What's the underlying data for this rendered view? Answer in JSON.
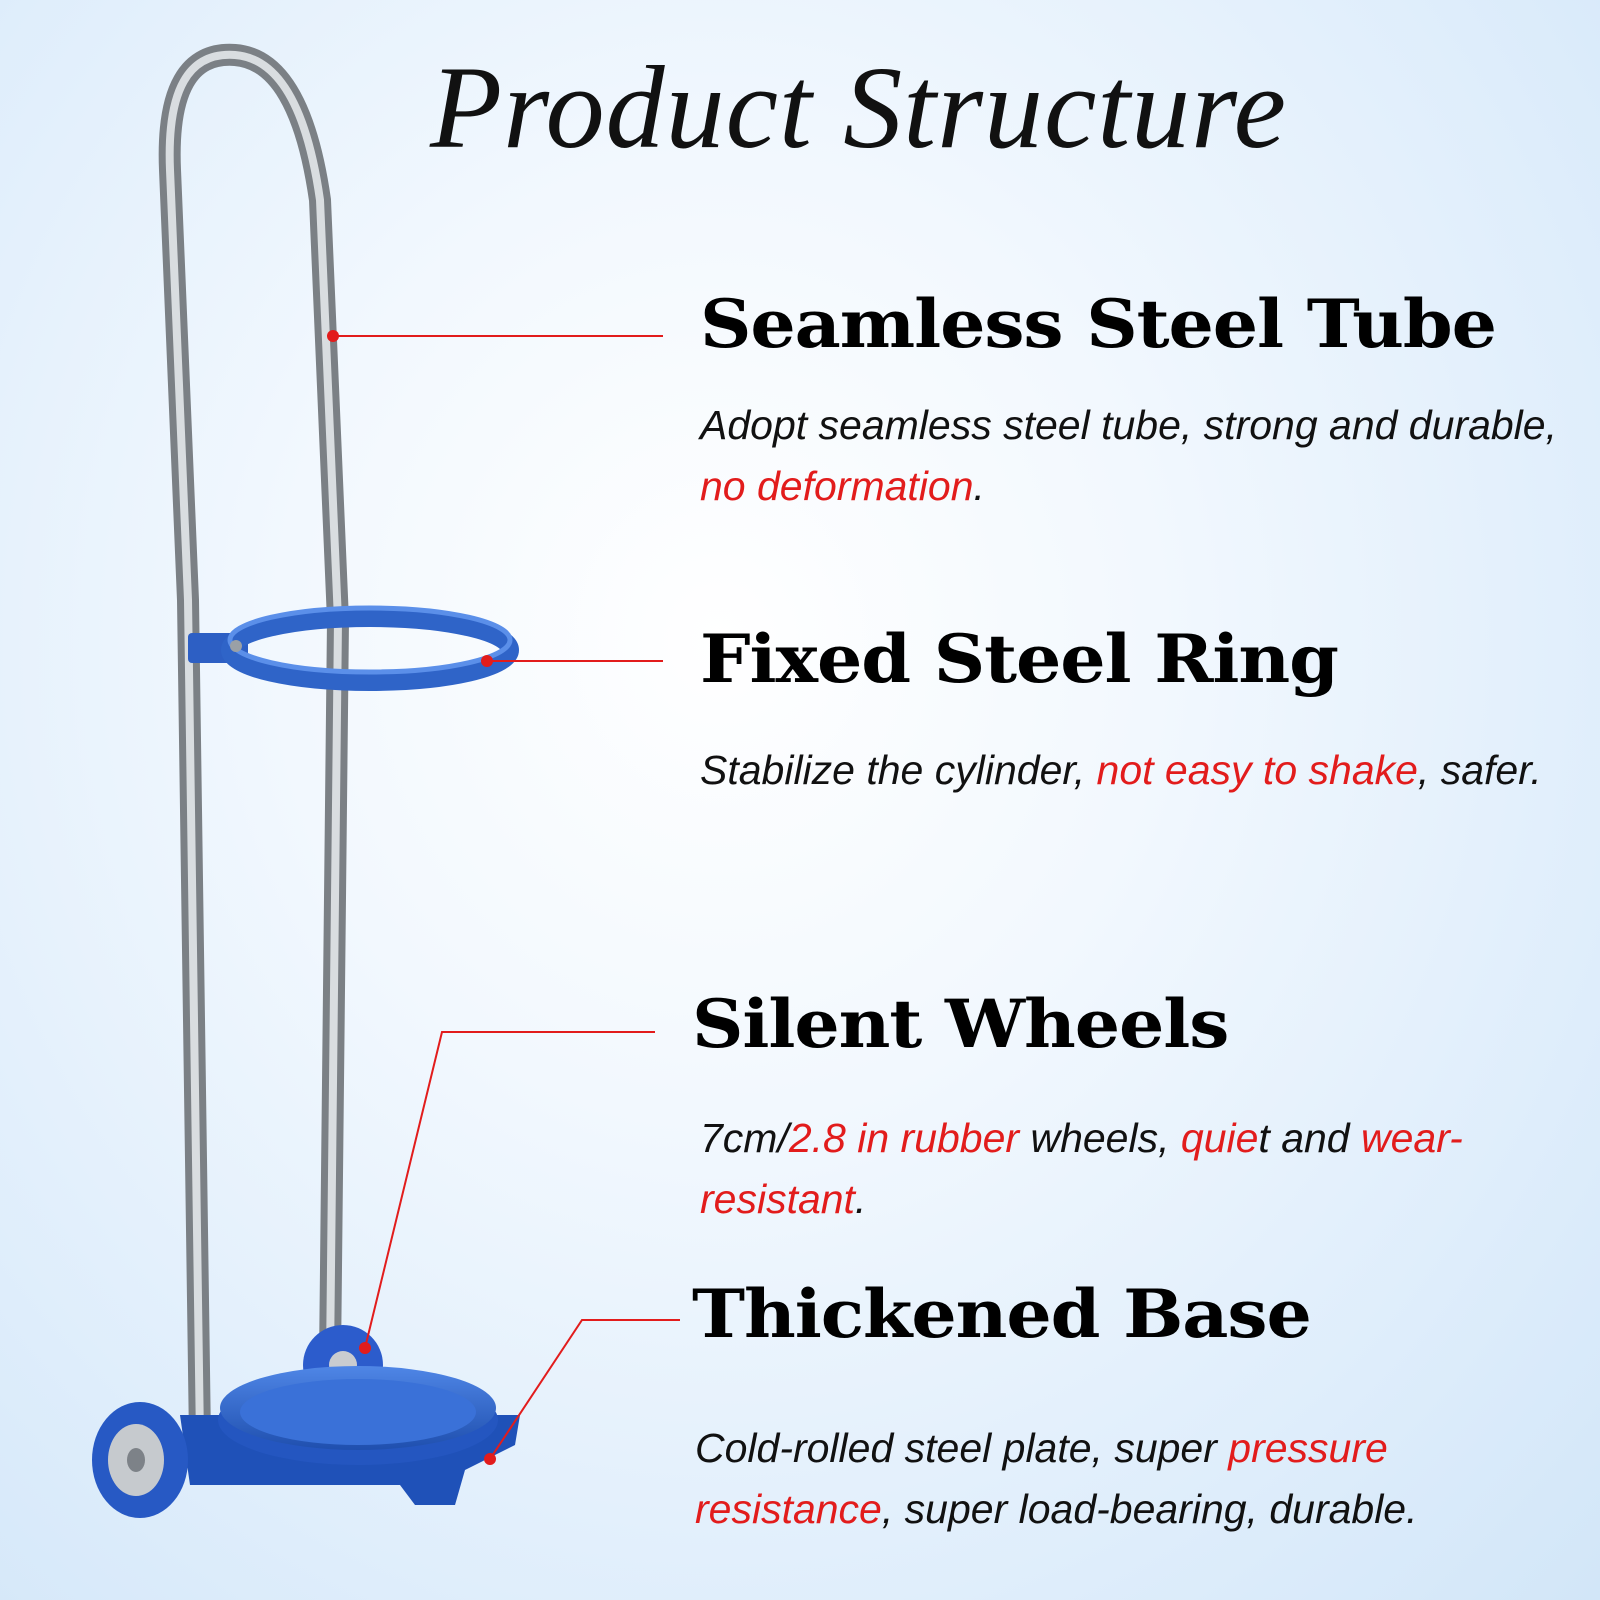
{
  "title": "Product Structure",
  "colors": {
    "accent": "#e21c1c",
    "frame_blue": "#2f64c8",
    "steel": "#a9adb2",
    "text": "#111111"
  },
  "features": [
    {
      "heading": "Seamless Steel Tube",
      "desc": [
        {
          "text": "Adopt seamless steel tube, strong and durable, ",
          "highlight": false
        },
        {
          "text": "no deformation",
          "highlight": true
        },
        {
          "text": ".",
          "highlight": false
        }
      ]
    },
    {
      "heading": "Fixed Steel Ring",
      "desc": [
        {
          "text": "Stabilize the cylinder, ",
          "highlight": false
        },
        {
          "text": "not easy to shake",
          "highlight": true
        },
        {
          "text": ", safer.",
          "highlight": false
        }
      ]
    },
    {
      "heading": "Silent Wheels",
      "desc": [
        {
          "text": "7cm/",
          "highlight": false
        },
        {
          "text": "2.8 in rubber",
          "highlight": true
        },
        {
          "text": " wheels, ",
          "highlight": false
        },
        {
          "text": "quie",
          "highlight": true
        },
        {
          "text": "t and ",
          "highlight": false
        },
        {
          "text": "wear-resistant",
          "highlight": true
        },
        {
          "text": ".",
          "highlight": false
        }
      ]
    },
    {
      "heading": "Thickened Base",
      "desc": [
        {
          "text": "Cold-rolled steel plate, super ",
          "highlight": false
        },
        {
          "text": "pressure resistance",
          "highlight": true
        },
        {
          "text": ", super load-bearing, durable.",
          "highlight": false
        }
      ]
    }
  ]
}
